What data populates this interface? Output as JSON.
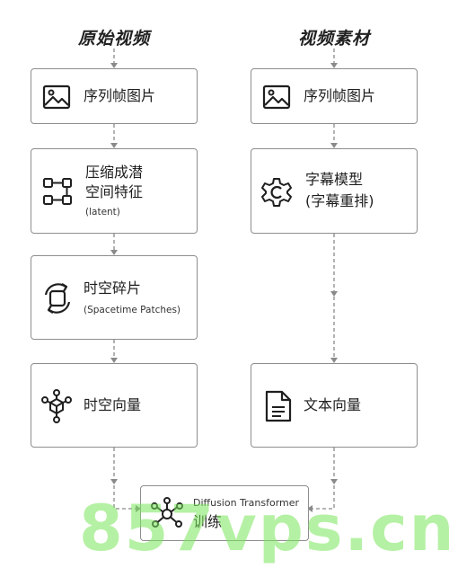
{
  "columns": {
    "left_title": "原始视频",
    "right_title": "视频素材"
  },
  "left": {
    "frames": "序列帧图片",
    "compress_line1": "压缩成潜",
    "compress_line2": "空间特征",
    "compress_sub": "(latent)",
    "patches": "时空碎片",
    "patches_sub": "(Spacetime Patches)",
    "vector": "时空向量"
  },
  "right": {
    "frames": "序列帧图片",
    "caption_line1": "字幕模型",
    "caption_line2": "(字幕重排)",
    "vector": "文本向量"
  },
  "bottom": {
    "model": "Diffusion Transformer",
    "train": "训练"
  },
  "watermark": "857vps.cn",
  "colors": {
    "line": "#8a8a8a",
    "border": "#8e8e8e",
    "watermark": "#78e65a"
  },
  "icons": [
    "image-icon",
    "flowchart-icon",
    "cycle-icon",
    "cube-network-icon",
    "gear-icon",
    "document-icon",
    "network-icon"
  ]
}
